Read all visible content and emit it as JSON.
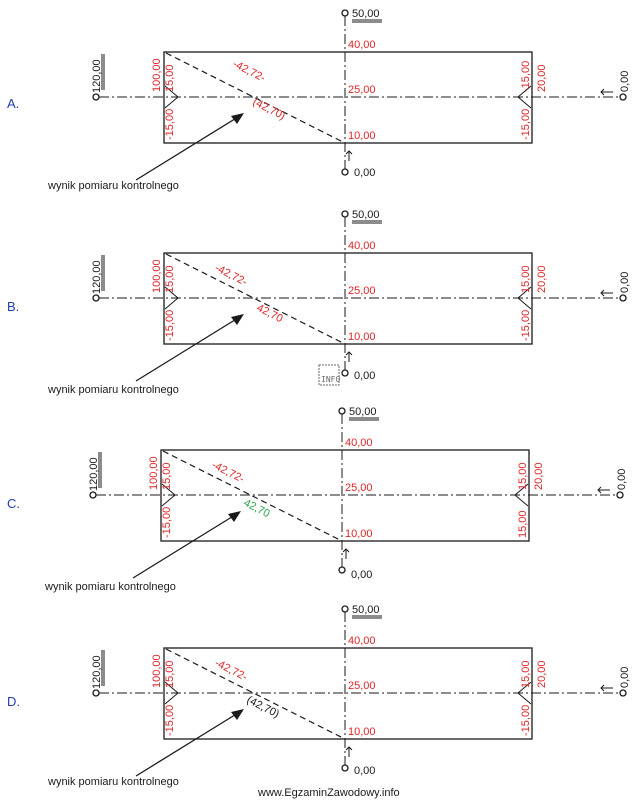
{
  "options": [
    {
      "letter": "A.",
      "top_station": "50,00",
      "left_station": "120,00",
      "right_station": "0,00",
      "bottom_station": "0,00",
      "inner_top": "40,00",
      "inner_mid": "25,00",
      "inner_bottom": "10,00",
      "left_upper": "15,00",
      "left_outer": "100,00",
      "left_lower": "-15,00",
      "right_upper": "-15,00",
      "right_outer": "20,00",
      "right_lower": "-15,00",
      "diagonal": "-42,72-",
      "control": "(42,70)",
      "caption": "wynik pomiaru kontrolnego"
    },
    {
      "letter": "B.",
      "top_station": "50,00",
      "left_station": "120,00",
      "right_station": "0,00",
      "bottom_station": "0,00",
      "inner_top": "40,00",
      "inner_mid": "25,00",
      "inner_bottom": "10,00",
      "left_upper": "15,00",
      "left_outer": "100,00",
      "left_lower": "-15,00",
      "right_upper": "15,00",
      "right_outer": "20,00",
      "right_lower": "-15,00",
      "diagonal": "-42,72-",
      "control": "42,70",
      "caption": "wynik pomiaru kontrolnego"
    },
    {
      "letter": "C.",
      "top_station": "50,00",
      "left_station": "120,00",
      "right_station": "0,00",
      "bottom_station": "0,00",
      "inner_top": "40,00",
      "inner_mid": "25,00",
      "inner_bottom": "10,00",
      "left_upper": "15,00",
      "left_outer": "100,00",
      "left_lower": "-15,00",
      "right_upper": "15,00",
      "right_outer": "20,00",
      "right_lower": "15,00",
      "diagonal": "-42,72-",
      "control": "42,70",
      "caption": "wynik pomiaru kontrolnego"
    },
    {
      "letter": "D.",
      "top_station": "50,00",
      "left_station": "120,00",
      "right_station": "0,00",
      "bottom_station": "0,00",
      "inner_top": "40,00",
      "inner_mid": "25,00",
      "inner_bottom": "10,00",
      "left_upper": "15,00",
      "left_outer": "100,00",
      "left_lower": "-15,00",
      "right_upper": "15,00",
      "right_outer": "20,00",
      "right_lower": "-15,00",
      "diagonal": "-42,72-",
      "control": "(42,70)",
      "caption": "wynik pomiaru kontrolnego"
    }
  ],
  "info_mark": "INFO",
  "footer": "www.EgzaminZawodowy.info",
  "colors": {
    "line": "#1a1a1a",
    "dimension": "#e0262a",
    "control_c": "#2fa84f",
    "letter": "#1f3fb0"
  }
}
